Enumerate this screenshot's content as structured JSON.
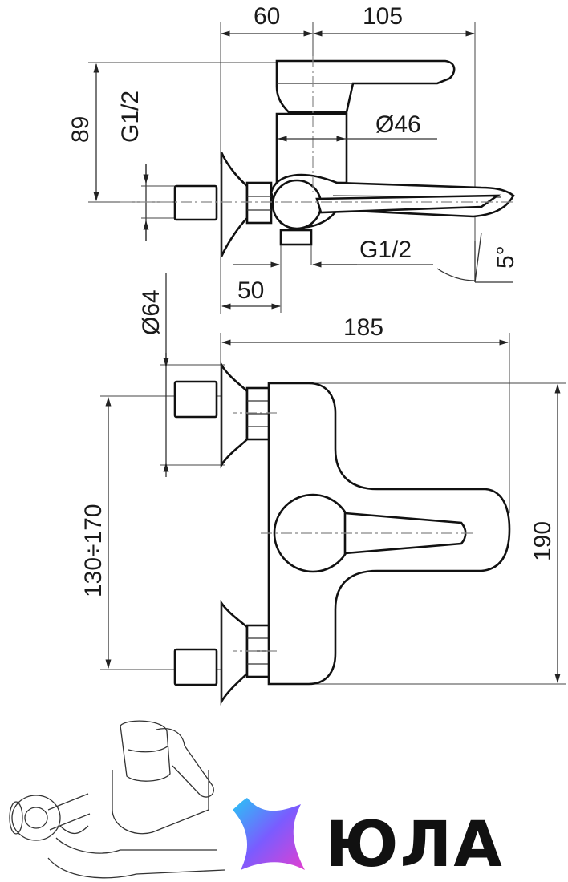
{
  "dimensions": {
    "top_left_width": "60",
    "top_right_width": "105",
    "height_89": "89",
    "thread_top": "G1/2",
    "diameter_46": "Ø46",
    "thread_bottom": "G1/2",
    "angle": "5°",
    "width_50": "50",
    "diameter_64": "Ø64",
    "total_width": "185",
    "center_range": "130÷170",
    "total_height": "190"
  },
  "brand": {
    "name": "ЮЛА",
    "logo_colors": [
      "#e23fd0",
      "#7a5cff",
      "#27c6f5"
    ]
  }
}
